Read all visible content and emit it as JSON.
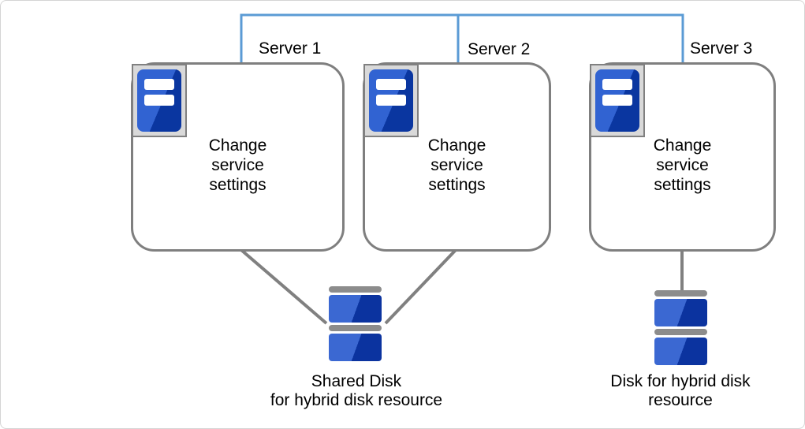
{
  "servers": [
    {
      "label": "Server 1",
      "action": "Change service settings"
    },
    {
      "label": "Server 2",
      "action": "Change service settings"
    },
    {
      "label": "Server 3",
      "action": "Change service settings"
    }
  ],
  "disks": [
    {
      "caption_line1": "Shared Disk",
      "caption_line2": "for hybrid disk resource"
    },
    {
      "caption_line1": "Disk for hybrid disk",
      "caption_line2": "resource"
    }
  ],
  "icons": {
    "server": "server-icon",
    "disk": "disk-icon"
  },
  "colors": {
    "connector_blue": "#5B9BD5",
    "line_gray": "#808080",
    "box_border_gray": "#7F7F7F",
    "icon_frame_fill": "#D9D9D9",
    "icon_blue_light": "#3163D2",
    "icon_blue_dark": "#0A36A0",
    "disk_bar_gray": "#8C8C8C",
    "canvas_border": "#D4D4D4"
  }
}
